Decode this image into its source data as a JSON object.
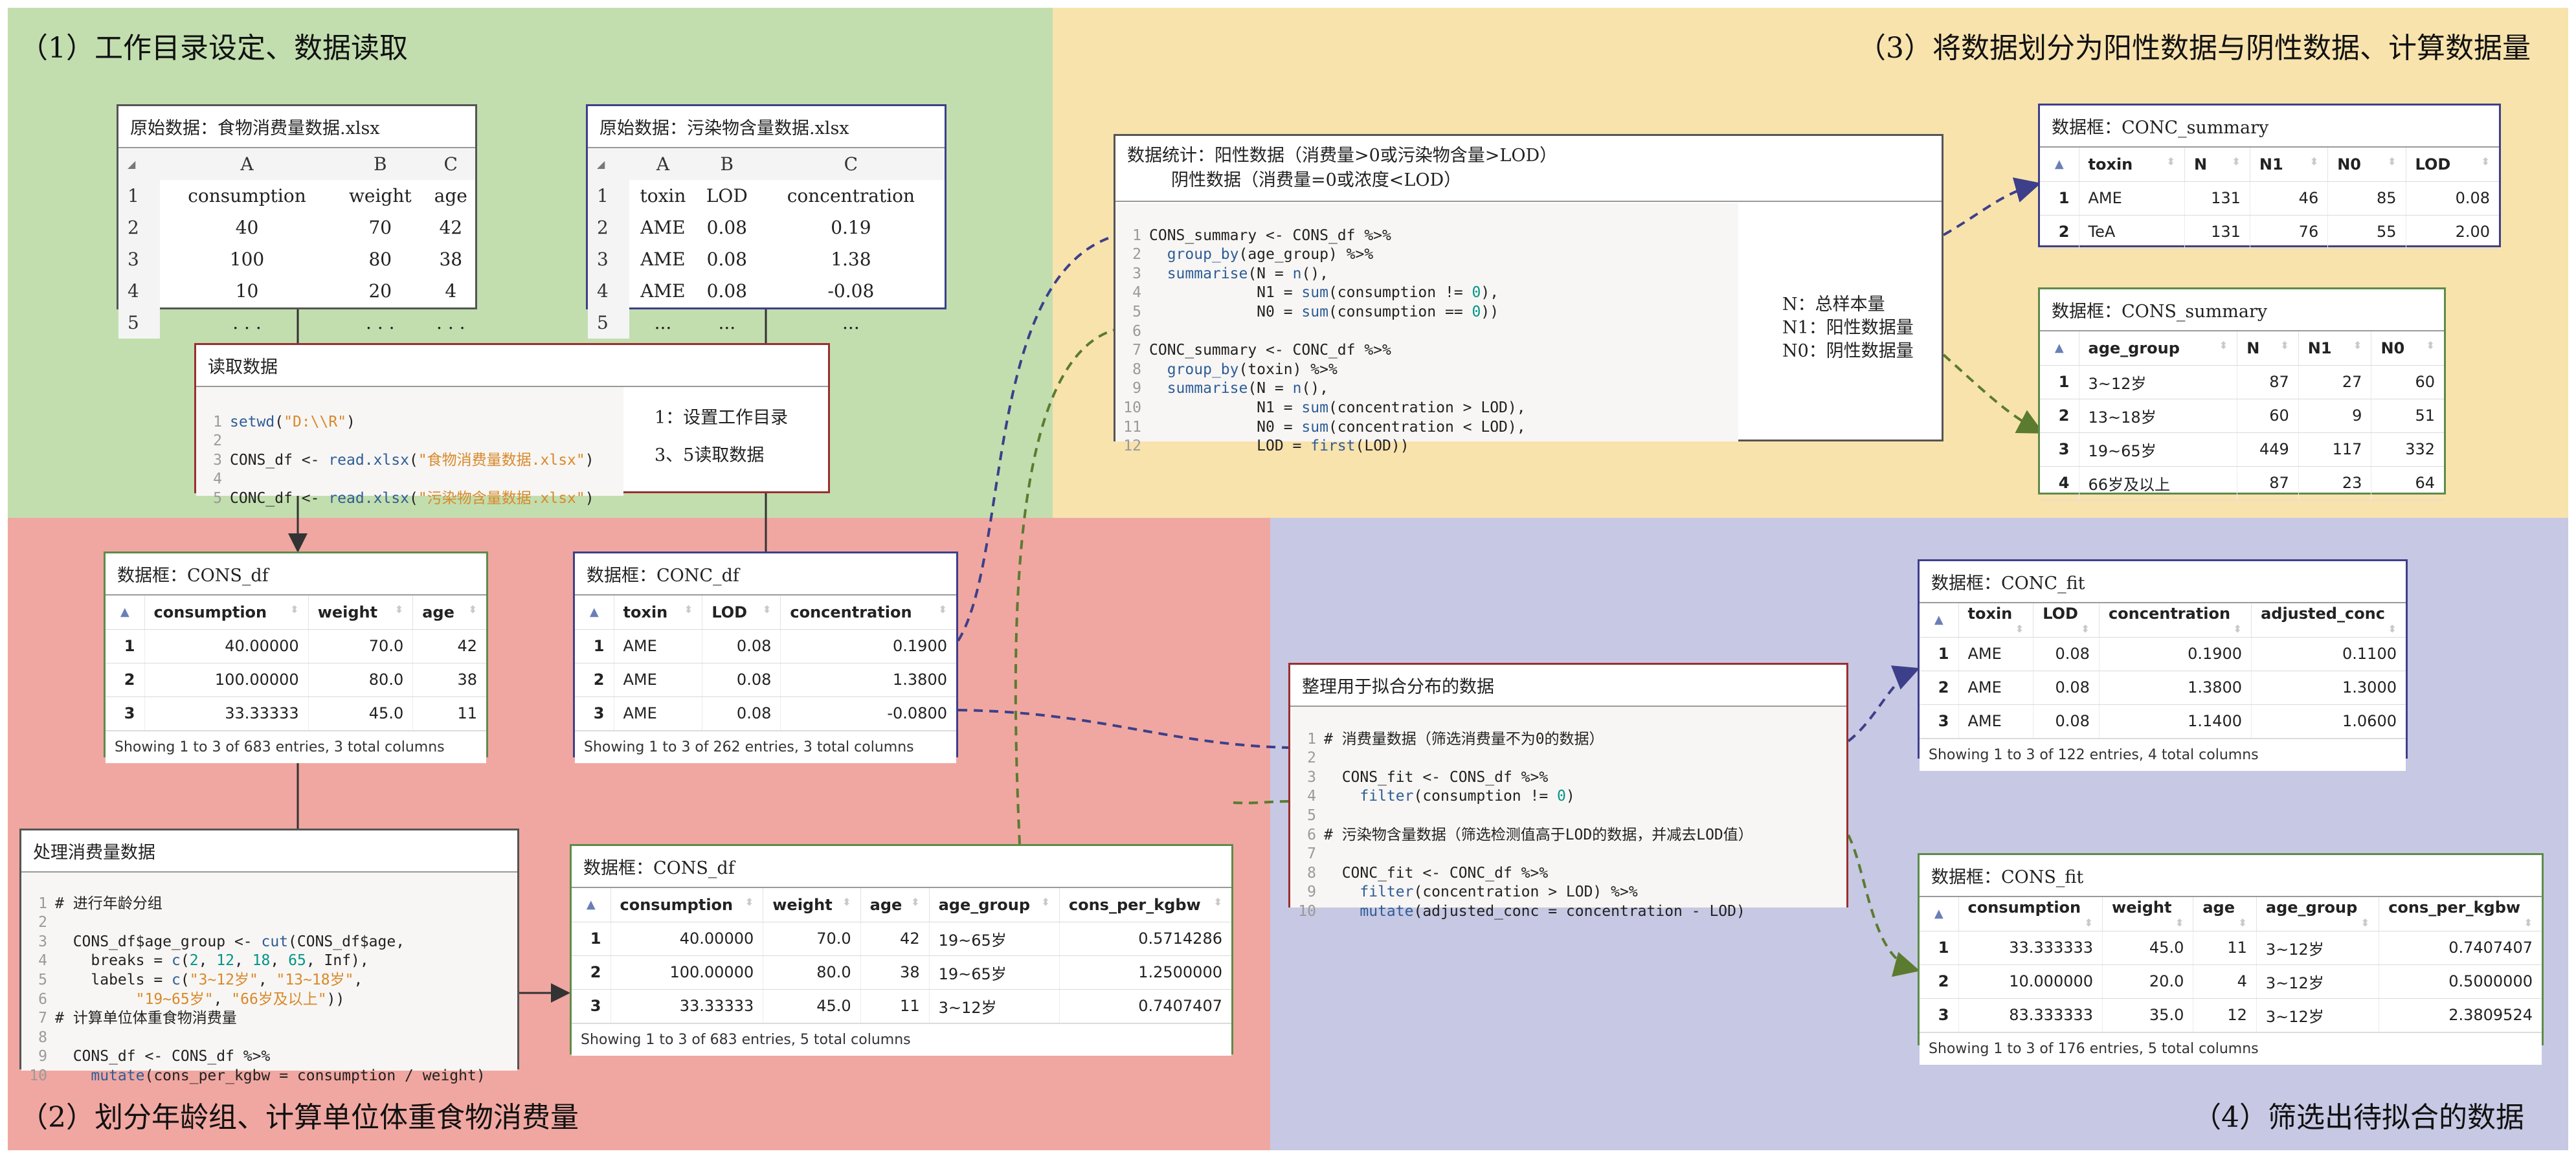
{
  "colors": {
    "region1_bg": "#c2deaf",
    "region2_bg": "#f0a7a1",
    "region3_bg": "#f8e3ad",
    "region4_bg": "#c7c8e3",
    "blue_dash": "#3e3f8a",
    "green_dash": "#5b7b30"
  },
  "regions": {
    "r1": "（1）工作目录设定、数据读取",
    "r2": "（2）划分年龄组、计算单位体重食物消费量",
    "r3": "（3）将数据划分为阳性数据与阴性数据、计算数据量",
    "r4": "（4）筛选出待拟合的数据"
  },
  "raw_food": {
    "title": "原始数据：食物消费量数据.xlsx",
    "header": [
      "A",
      "B",
      "C"
    ],
    "rows": [
      [
        "1",
        "consumption",
        "weight",
        "age"
      ],
      [
        "2",
        "40",
        "70",
        "42"
      ],
      [
        "3",
        "100",
        "80",
        "38"
      ],
      [
        "4",
        "10",
        "20",
        "4"
      ],
      [
        "5",
        ". . .",
        ". . .",
        ". . ."
      ]
    ]
  },
  "raw_pollutant": {
    "title": "原始数据：污染物含量数据.xlsx",
    "header": [
      "A",
      "B",
      "C"
    ],
    "rows": [
      [
        "1",
        "toxin",
        "LOD",
        "concentration"
      ],
      [
        "2",
        "AME",
        "0.08",
        "0.19"
      ],
      [
        "3",
        "AME",
        "0.08",
        "1.38"
      ],
      [
        "4",
        "AME",
        "0.08",
        "-0.08"
      ],
      [
        "5",
        "...",
        "...",
        "..."
      ]
    ]
  },
  "read_box": {
    "title": "读取数据",
    "note1": "1：设置工作目录",
    "note2": "3、5读取数据"
  },
  "cons_df": {
    "title": "数据框：CONS_df",
    "columns": [
      "consumption",
      "weight",
      "age"
    ],
    "rows": [
      [
        "1",
        "40.00000",
        "70.0",
        "42"
      ],
      [
        "2",
        "100.00000",
        "80.0",
        "38"
      ],
      [
        "3",
        "33.33333",
        "45.0",
        "11"
      ]
    ],
    "footer": "Showing 1 to 3 of 683 entries, 3 total columns"
  },
  "conc_df": {
    "title": "数据框：CONC_df",
    "columns": [
      "toxin",
      "LOD",
      "concentration"
    ],
    "rows": [
      [
        "1",
        "AME",
        "0.08",
        "0.1900"
      ],
      [
        "2",
        "AME",
        "0.08",
        "1.3800"
      ],
      [
        "3",
        "AME",
        "0.08",
        "-0.0800"
      ]
    ],
    "footer": "Showing 1 to 3 of 262 entries, 3 total columns"
  },
  "process_box": {
    "title": "处理消费量数据"
  },
  "cons_df2": {
    "title": "数据框：CONS_df",
    "columns": [
      "consumption",
      "weight",
      "age",
      "age_group",
      "cons_per_kgbw"
    ],
    "rows": [
      [
        "1",
        "40.00000",
        "70.0",
        "42",
        "19~65岁",
        "0.5714286"
      ],
      [
        "2",
        "100.00000",
        "80.0",
        "38",
        "19~65岁",
        "1.2500000"
      ],
      [
        "3",
        "33.33333",
        "45.0",
        "11",
        "3~12岁",
        "0.7407407"
      ]
    ],
    "footer": "Showing 1 to 3 of 683 entries, 5 total columns"
  },
  "stats_box": {
    "title1": "数据统计：阳性数据（消费量>0或污染物含量>LOD）",
    "title2": "阴性数据（消费量=0或浓度<LOD）",
    "note1": "N：总样本量",
    "note2": "N1：阳性数据量",
    "note3": "N0：阴性数据量"
  },
  "conc_summary": {
    "title": "数据框：CONC_summary",
    "columns": [
      "toxin",
      "N",
      "N1",
      "N0",
      "LOD"
    ],
    "rows": [
      [
        "1",
        "AME",
        "131",
        "46",
        "85",
        "0.08"
      ],
      [
        "2",
        "TeA",
        "131",
        "76",
        "55",
        "2.00"
      ]
    ]
  },
  "cons_summary": {
    "title": "数据框：CONS_summary",
    "columns": [
      "age_group",
      "N",
      "N1",
      "N0"
    ],
    "rows": [
      [
        "1",
        "3~12岁",
        "87",
        "27",
        "60"
      ],
      [
        "2",
        "13~18岁",
        "60",
        "9",
        "51"
      ],
      [
        "3",
        "19~65岁",
        "449",
        "117",
        "332"
      ],
      [
        "4",
        "66岁及以上",
        "87",
        "23",
        "64"
      ]
    ]
  },
  "fit_box": {
    "title": "整理用于拟合分布的数据"
  },
  "conc_fit": {
    "title": "数据框：CONC_fit",
    "columns": [
      "toxin",
      "LOD",
      "concentration",
      "adjusted_conc"
    ],
    "rows": [
      [
        "1",
        "AME",
        "0.08",
        "0.1900",
        "0.1100"
      ],
      [
        "2",
        "AME",
        "0.08",
        "1.3800",
        "1.3000"
      ],
      [
        "3",
        "AME",
        "0.08",
        "1.1400",
        "1.0600"
      ]
    ],
    "footer": "Showing 1 to 3 of 122 entries, 4 total columns"
  },
  "cons_fit": {
    "title": "数据框：CONS_fit",
    "columns": [
      "consumption",
      "weight",
      "age",
      "age_group",
      "cons_per_kgbw"
    ],
    "rows": [
      [
        "1",
        "33.333333",
        "45.0",
        "11",
        "3~12岁",
        "0.7407407"
      ],
      [
        "2",
        "10.000000",
        "20.0",
        "4",
        "3~12岁",
        "0.5000000"
      ],
      [
        "3",
        "83.333333",
        "35.0",
        "12",
        "3~12岁",
        "2.3809524"
      ]
    ],
    "footer": "Showing 1 to 3 of 176 entries, 5 total columns"
  }
}
